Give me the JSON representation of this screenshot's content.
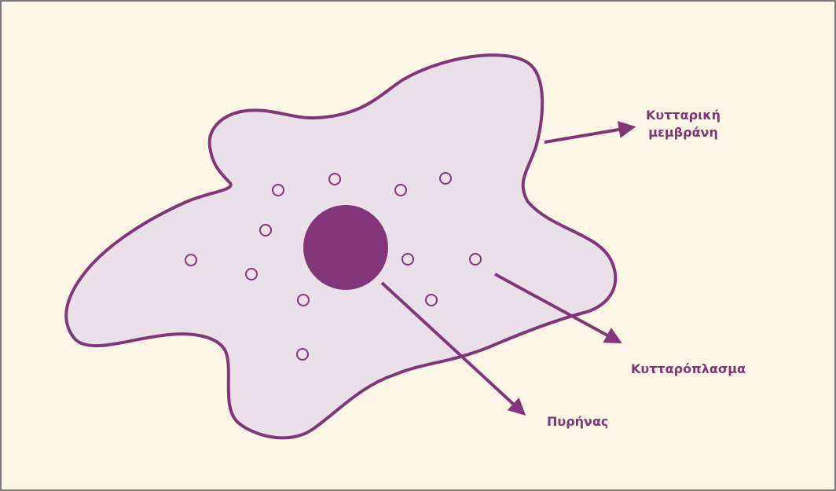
{
  "colors": {
    "background": "#fdf5e6",
    "frame_border": "#7a7a7a",
    "cell_fill": "#ebe0ea",
    "accent": "#83357b"
  },
  "labels": {
    "membrane_line1": "Κυτταρική",
    "membrane_line2": "μεμβράνη",
    "cytoplasm": "Κυτταρόπλασμα",
    "nucleus": "Πυρήνας"
  },
  "icons": [
    "arrow-right-icon"
  ]
}
